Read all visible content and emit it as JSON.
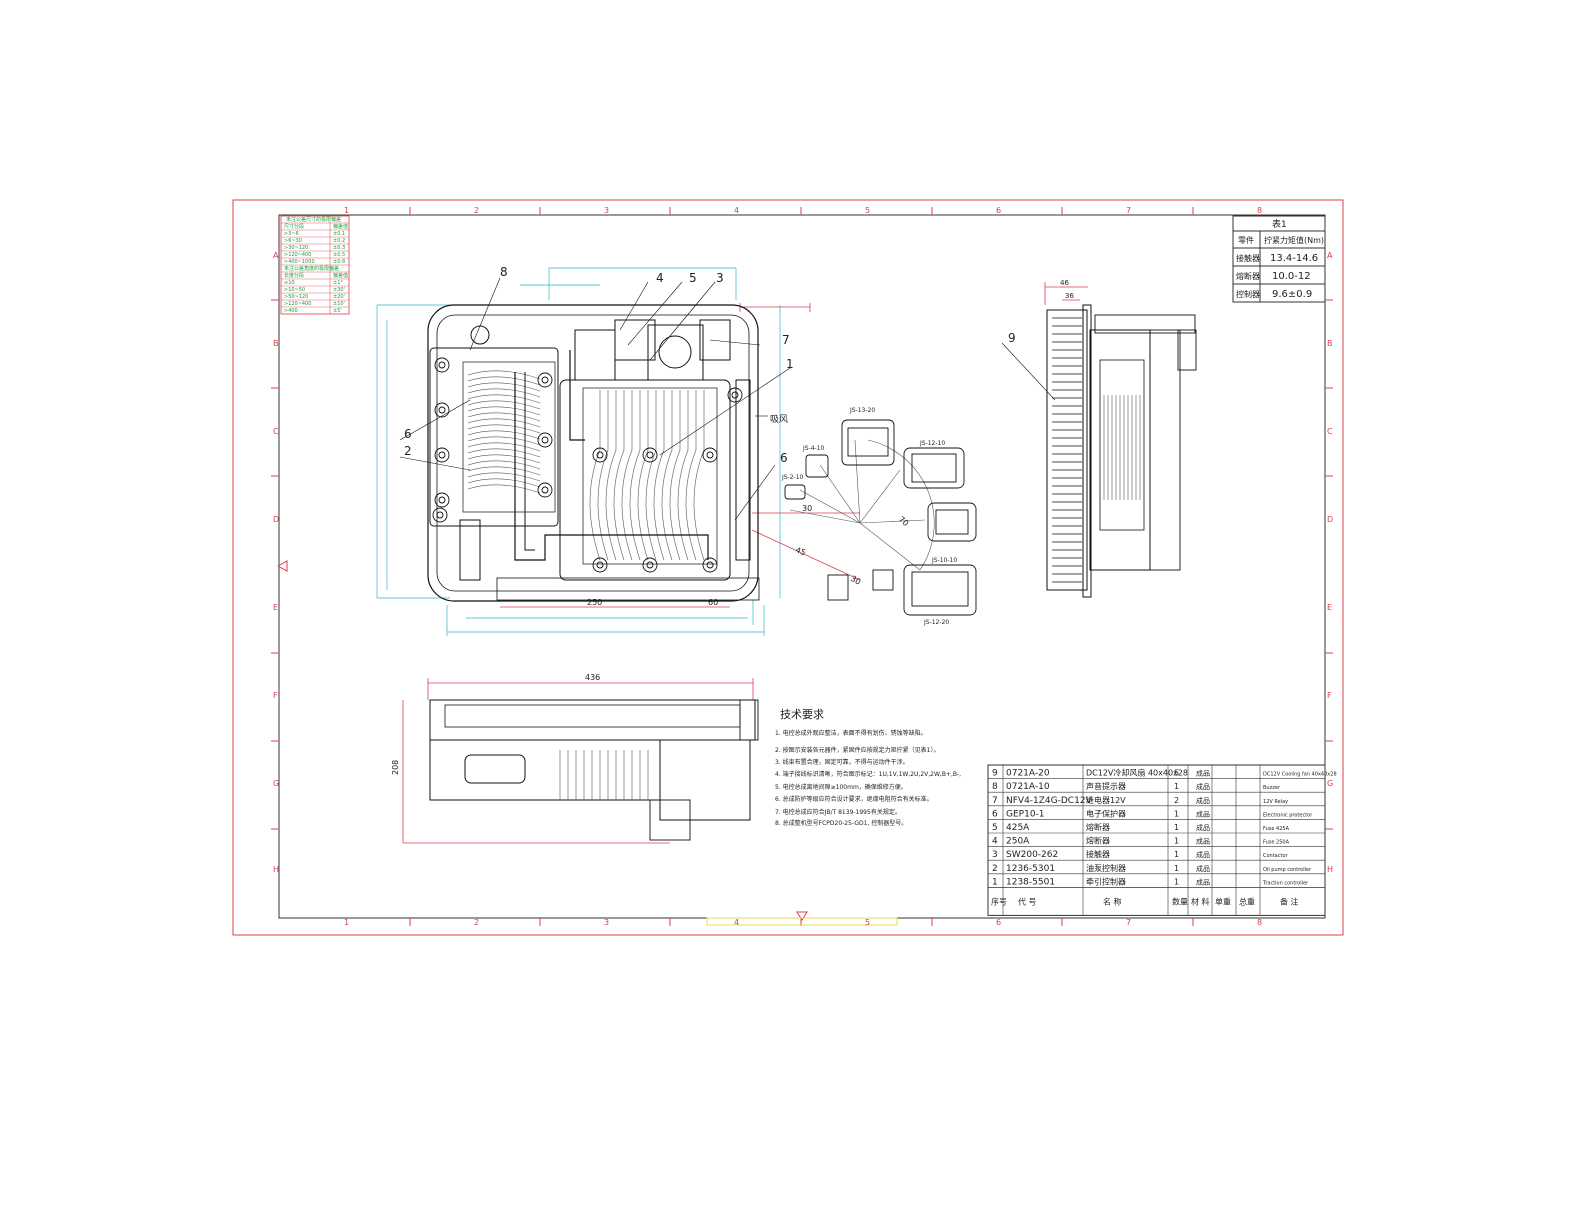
{
  "drawing": {
    "grid_columns": [
      "1",
      "2",
      "3",
      "4",
      "5",
      "6",
      "7",
      "8"
    ],
    "grid_rows": [
      "A",
      "B",
      "C",
      "D",
      "E",
      "F",
      "G",
      "H"
    ],
    "airflow_label": "吸风"
  },
  "balloons": {
    "b8": "8",
    "b4": "4",
    "b5": "5",
    "b3": "3",
    "b7": "7",
    "b1": "1",
    "b6a": "6",
    "b6b": "6",
    "b2": "2",
    "b9": "9"
  },
  "dimensions": {
    "d250": "250",
    "d60": "60",
    "d436": "436",
    "d30": "30",
    "d70": "70",
    "d45": "45",
    "d30b": "30",
    "d46": "46",
    "d36": "36",
    "d208": "208"
  },
  "connectors": {
    "js1320": "JS-13-20",
    "js410": "JS-4-10",
    "js210": "JS-2-10",
    "js1210": "JS-12-10",
    "js1010": "JS-10-10",
    "js1220": "JS-12-20"
  },
  "torque_table": {
    "title": "表1",
    "header": [
      "零件",
      "拧紧力矩值(Nm)"
    ],
    "rows": [
      [
        "接触器",
        "13.4-14.6"
      ],
      [
        "熔断器",
        "10.0-12"
      ],
      [
        "控制器",
        "9.6±0.9"
      ]
    ]
  },
  "tech_req": {
    "title": "技术要求",
    "lines": [
      "1. 电控总成外观应整洁，表面不得有划伤、锈蚀等缺陷。",
      "2. 按图示安装各元器件，紧固件应按规定力矩拧紧（见表1）。",
      "3. 线束布置合理，固定可靠，不得与运动件干涉。",
      "4. 端子接线标识清晰，符合图示标记：1U,1V,1W,2U,2V,2W,B+,B-,",
      "5. 电控总成离地间隙≥100mm，确保维修方便。",
      "6. 总成防护等级应符合设计要求，绝缘电阻符合有关标准。",
      "7. 电控总成应符合JB/T 8139-1995有关规定。",
      "8. 总成整机型号FCPD20-25-GD1,  控制器型号。"
    ]
  },
  "bom": {
    "header": {
      "seq": "序号",
      "code": "代        号",
      "name": "名        称",
      "qty": "数量",
      "material": "材 料",
      "unit_wt": "单重",
      "total_wt": "总重",
      "note": "备   注"
    },
    "rows": [
      {
        "seq": "9",
        "code": "0721A-20",
        "name": "DC12V冷却风扇 40x40x28",
        "qty": "5",
        "material": "成品",
        "note": "DC12V Cooling fan 40x40x28"
      },
      {
        "seq": "8",
        "code": "0721A-10",
        "name": "声音提示器",
        "qty": "1",
        "material": "成品",
        "note": "Buzzer"
      },
      {
        "seq": "7",
        "code": "NFV4-1Z4G-DC12V",
        "name": "继电器12V",
        "qty": "2",
        "material": "成品",
        "note": "12V Relay"
      },
      {
        "seq": "6",
        "code": "GEP10-1",
        "name": "电子保护器",
        "qty": "1",
        "material": "成品",
        "note": "Electronic protector"
      },
      {
        "seq": "5",
        "code": "425A",
        "name": "熔断器",
        "qty": "1",
        "material": "成品",
        "note": "Fuse 425A"
      },
      {
        "seq": "4",
        "code": "250A",
        "name": "熔断器",
        "qty": "1",
        "material": "成品",
        "note": "Fuse 250A"
      },
      {
        "seq": "3",
        "code": "SW200-262",
        "name": "接触器",
        "qty": "1",
        "material": "成品",
        "note": "Contactor"
      },
      {
        "seq": "2",
        "code": "1236-5301",
        "name": "油泵控制器",
        "qty": "1",
        "material": "成品",
        "note": "Oil pump controller"
      },
      {
        "seq": "1",
        "code": "1238-5501",
        "name": "牵引控制器",
        "qty": "1",
        "material": "成品",
        "note": "Traction controller"
      }
    ]
  },
  "spec_table": {
    "title": "未注公差尺寸的极限偏差",
    "rows": [
      [
        "尺寸分段",
        "偏差值"
      ],
      [
        ">3~6",
        "±0.1"
      ],
      [
        ">6~30",
        "±0.2"
      ],
      [
        ">30~120",
        "±0.3"
      ],
      [
        ">120~400",
        "±0.5"
      ],
      [
        ">400~1000",
        "±0.8"
      ],
      [
        "未注公差角度的极限偏差",
        ""
      ],
      [
        "长度分段",
        "偏差值"
      ],
      [
        "≤10",
        "±1°"
      ],
      [
        ">10~50",
        "±30'"
      ],
      [
        ">50~120",
        "±20'"
      ],
      [
        ">120~400",
        "±10'"
      ],
      [
        ">400",
        "±5'"
      ]
    ]
  },
  "colors": {
    "frame": "#d9414b",
    "dimension": "#2fb7c9",
    "green_table": "#1e9b3a",
    "geometry": "#111111"
  }
}
